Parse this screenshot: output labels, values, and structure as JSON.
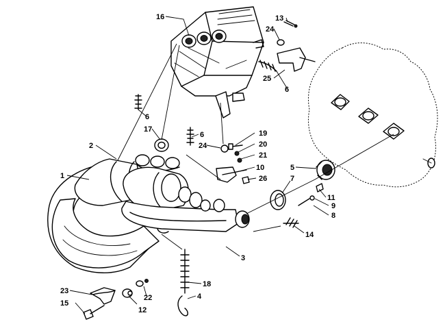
{
  "callouts": [
    {
      "label": "1"
    },
    {
      "label": "2"
    },
    {
      "label": "3"
    },
    {
      "label": "4"
    },
    {
      "label": "5"
    },
    {
      "label": "6"
    },
    {
      "label": "6"
    },
    {
      "label": "6"
    },
    {
      "label": "7"
    },
    {
      "label": "8"
    },
    {
      "label": "9"
    },
    {
      "label": "10"
    },
    {
      "label": "11"
    },
    {
      "label": "12"
    },
    {
      "label": "13"
    },
    {
      "label": "14"
    },
    {
      "label": "15"
    },
    {
      "label": "16"
    },
    {
      "label": "17"
    },
    {
      "label": "18"
    },
    {
      "label": "19"
    },
    {
      "label": "20"
    },
    {
      "label": "21"
    },
    {
      "label": "22"
    },
    {
      "label": "23"
    },
    {
      "label": "24"
    },
    {
      "label": "24"
    },
    {
      "label": "25"
    },
    {
      "label": "26"
    }
  ]
}
